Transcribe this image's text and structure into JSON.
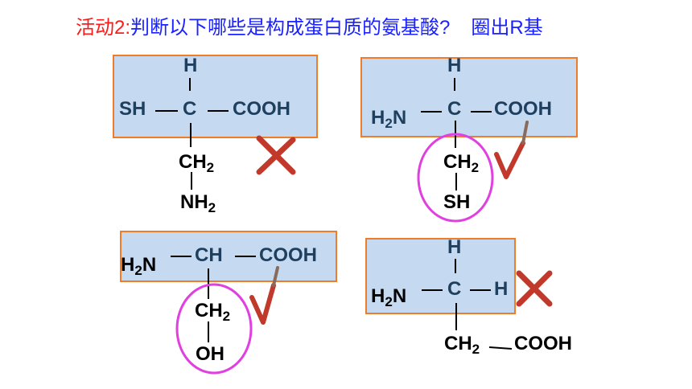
{
  "title": {
    "activity": "活动2:",
    "question": "判断以下哪些是构成蛋白质的氨基酸?",
    "instruction": "圈出R基"
  },
  "panels": [
    {
      "top": "H",
      "center": "C",
      "left": "SH",
      "right": "COOH",
      "r1": "CH",
      "r1_sub": "2",
      "r2": "NH",
      "r2_sub": "2",
      "verdict": "wrong"
    },
    {
      "top": "H",
      "center": "C",
      "left_main": "H",
      "left_sub": "2",
      "left_tail": "N",
      "right": "COOH",
      "r1": "CH",
      "r1_sub": "2",
      "r2": "SH",
      "verdict": "right"
    },
    {
      "left_main": "H",
      "left_sub": "2",
      "left_tail": "N",
      "center": "CH",
      "right": "COOH",
      "r1": "CH",
      "r1_sub": "2",
      "r2": "OH",
      "verdict": "right"
    },
    {
      "top": "H",
      "center": "C",
      "right": "H",
      "left_main": "H",
      "left_sub": "2",
      "left_tail": "N",
      "r1": "CH",
      "r1_sub": "2",
      "r2": "COOH",
      "verdict": "wrong"
    }
  ],
  "colors": {
    "box_fill": "#c5d9f1",
    "box_border": "#f07c2a",
    "mark": "#c0392b",
    "circle": "#e040e0",
    "title_red": "#ff1a1a",
    "title_blue": "#1a22ff"
  }
}
